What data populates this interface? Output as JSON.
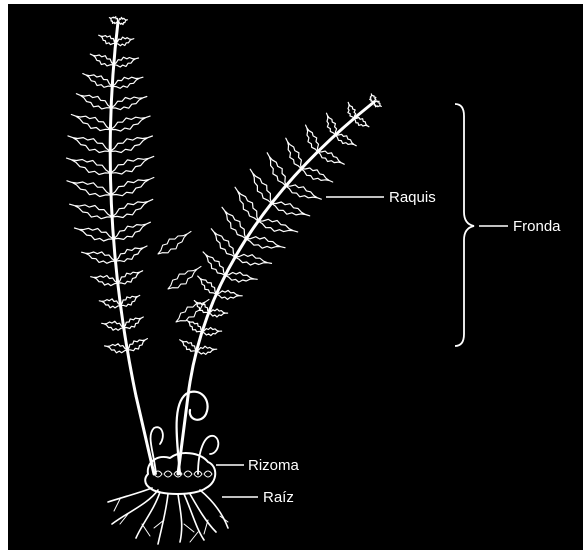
{
  "colors": {
    "background": "#000000",
    "border": "#ffffff",
    "drawing": "#ffffff"
  },
  "labels": {
    "raquis": "Raquis",
    "fronda": "Fronda",
    "rizoma": "Rizoma",
    "raiz": "Raíz"
  }
}
